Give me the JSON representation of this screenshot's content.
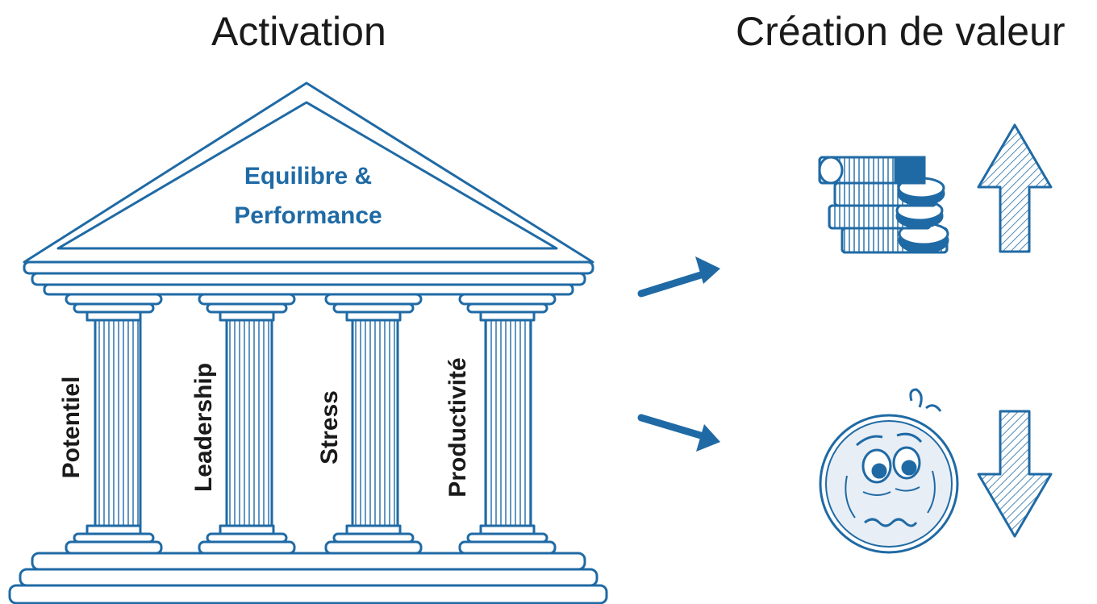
{
  "headings": {
    "left": "Activation",
    "right": "Création de valeur"
  },
  "temple": {
    "pediment_line1": "Equilibre &",
    "pediment_line2": "Performance",
    "pillars": [
      "Potentiel",
      "Leadership",
      "Stress",
      "Productivité"
    ]
  },
  "colors": {
    "primary": "#1f6aa5",
    "text_dark": "#1a1a1a",
    "face_fill": "#e8eef5"
  },
  "icons": {
    "arrow_up": "arrow-up-right-icon",
    "arrow_down": "arrow-down-right-icon",
    "coins": "coins-icon",
    "increase": "up-arrow-icon",
    "sad_face": "sad-face-icon",
    "decrease": "down-arrow-icon"
  }
}
